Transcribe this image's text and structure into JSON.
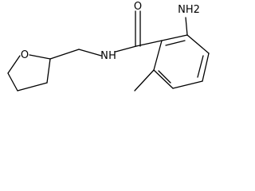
{
  "diagram": {
    "type": "chemical-structure",
    "atoms": {
      "ring_oxygen": "O",
      "amide_nitrogen": "N",
      "amide_hydrogen": "H",
      "carbonyl_oxygen": "O",
      "amino_group": "NH2"
    },
    "colors": {
      "bond": "#000000",
      "background": "#ffffff"
    }
  }
}
